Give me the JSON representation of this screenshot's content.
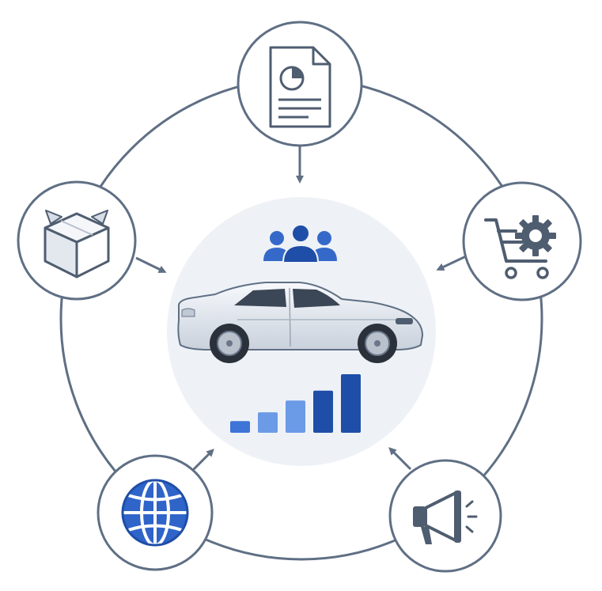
{
  "diagram": {
    "center": {
      "icons": [
        "people-group-icon",
        "car-icon",
        "bar-chart-icon"
      ],
      "bar_levels": [
        0.2,
        0.35,
        0.55,
        0.72,
        1.0
      ]
    },
    "nodes": [
      {
        "id": "report",
        "icon": "report-document-icon"
      },
      {
        "id": "shopping",
        "icon": "shopping-cart-gear-icon"
      },
      {
        "id": "marketing",
        "icon": "megaphone-icon"
      },
      {
        "id": "global",
        "icon": "globe-icon"
      },
      {
        "id": "product",
        "icon": "package-box-icon"
      }
    ],
    "colors": {
      "ring": "#5f6f84",
      "icon_stroke": "#4f5d70",
      "center_fill": "#eef2f7",
      "blue_dark": "#1f4ea8",
      "blue_mid": "#3e73d8",
      "blue_light": "#6b9ae6",
      "globe": "#2f64c9"
    }
  }
}
